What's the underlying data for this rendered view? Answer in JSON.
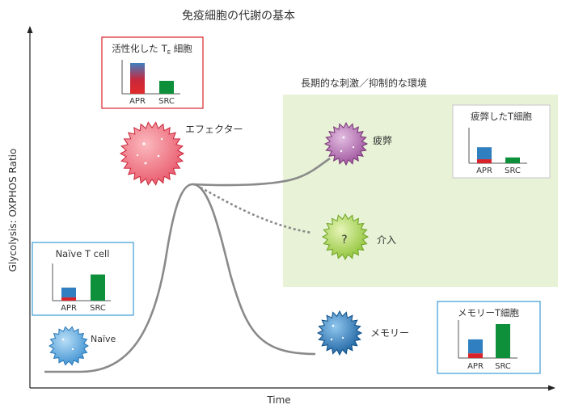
{
  "title": "免疫細胞の代謝の基本",
  "axes": {
    "ylabel": "Glycolysis: OXPHOS Ratio",
    "xlabel": "Time"
  },
  "region_label": "長期的な刺激／抑制的な環境",
  "cell_labels": {
    "naive": "Naïve",
    "effector": "エフェクター",
    "exhausted": "疲弊",
    "intervention": "介入",
    "memory": "メモリー"
  },
  "intervention_mark": "?",
  "insets": {
    "activated": {
      "title": "活性化した",
      "title_sub_main": "T",
      "title_sub": "E",
      "title_tail": " 細胞",
      "border_color": "#d8232a",
      "apr": 0.95,
      "src": 0.4,
      "apr_style": "gradient",
      "bar_labels": [
        "APR",
        "SRC"
      ]
    },
    "naive": {
      "title": "Naïve T cell",
      "border_color": "#3b9bd4",
      "apr": 0.45,
      "src": 0.9,
      "apr_style": "blue-red",
      "bar_labels": [
        "APR",
        "SRC"
      ]
    },
    "exhausted": {
      "title": "疲弊したT細胞",
      "border_color": "#cfcfcf",
      "apr": 0.55,
      "src": 0.2,
      "apr_style": "blue-red",
      "bar_labels": [
        "APR",
        "SRC"
      ]
    },
    "memory": {
      "title": "メモリーT細胞",
      "border_color": "#3b9bd4",
      "apr": 0.55,
      "src": 1.0,
      "apr_style": "blue-red",
      "bar_labels": [
        "APR",
        "SRC"
      ]
    }
  },
  "colors": {
    "curve": "#8a8a8a",
    "region": "#e7f2d6",
    "apr_blue": "#2f7fc1",
    "apr_red": "#d8232a",
    "src_green": "#0e8f3a",
    "effector_cell": "#e8576a",
    "exhausted_cell": "#a45ea3",
    "intervention_cell": "#9ccc3c",
    "memory_cell": "#1f6fb0",
    "naive_cell": "#4ea3dc"
  }
}
